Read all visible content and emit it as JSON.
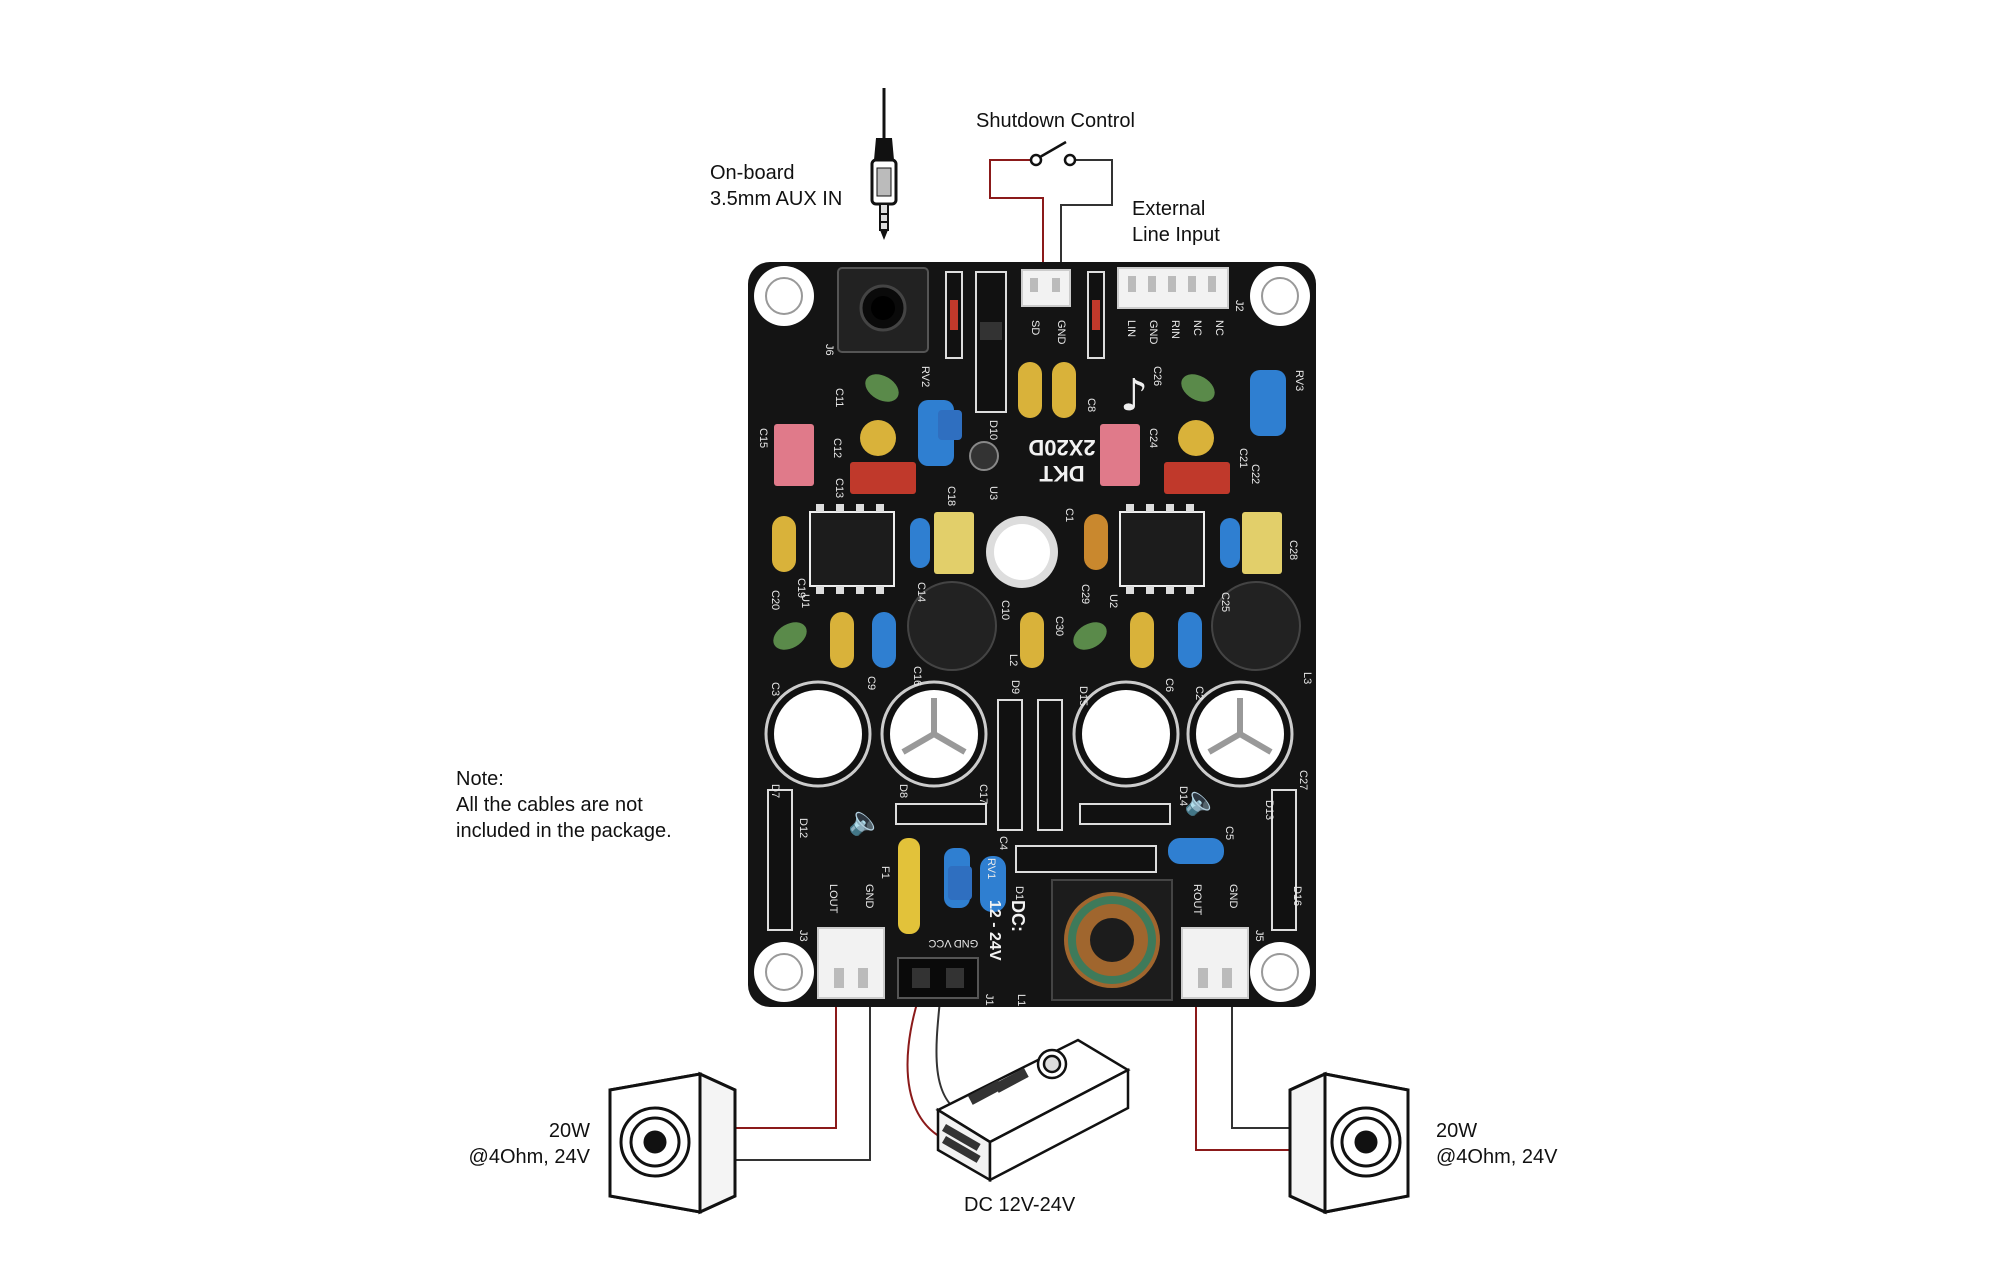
{
  "labels": {
    "aux_in_line1": "On-board",
    "aux_in_line2": "3.5mm AUX IN",
    "shutdown": "Shutdown Control",
    "external_line1": "External",
    "external_line2": "Line Input",
    "note_title": "Note:",
    "note_line1": "All the cables are not",
    "note_line2": "included in the package.",
    "left_speaker_line1": "20W",
    "left_speaker_line2": "@4Ohm, 24V",
    "right_speaker_line1": "20W",
    "right_speaker_line2": "@4Ohm, 24V",
    "power_supply": "DC 12V-24V"
  },
  "board": {
    "brand": "DKT",
    "model": "2X20D",
    "dc_label": "DC:",
    "dc_range": "12 - 24V",
    "j2_pins": [
      "LIN",
      "GND",
      "RIN",
      "NC",
      "NC"
    ],
    "j2_name": "J2",
    "sd_pins": [
      "SD",
      "GND"
    ],
    "j3_pins": [
      "LOUT",
      "GND"
    ],
    "j3_name": "J3",
    "j5_pins": [
      "ROUT",
      "GND"
    ],
    "j5_name": "J5",
    "j1_pins": [
      "GND",
      "VCC"
    ],
    "j1_name": "J1",
    "l1_name": "L1",
    "j6_name": "J6",
    "designators": [
      "C11",
      "RV2",
      "C12",
      "C13",
      "C15",
      "C18",
      "U3",
      "D10",
      "C8",
      "C26",
      "C24",
      "C21",
      "C22",
      "RV3",
      "C19",
      "C20",
      "U1",
      "C14",
      "C1",
      "C10",
      "U2",
      "C29",
      "C25",
      "C28",
      "C3",
      "C9",
      "C16",
      "L2",
      "C30",
      "D15",
      "C6",
      "C2",
      "L3",
      "D7",
      "D8",
      "C17",
      "D14",
      "C27",
      "D12",
      "F1",
      "C4",
      "RV1",
      "D1",
      "C5",
      "D13",
      "D16",
      "D9"
    ]
  },
  "colors": {
    "pcb": "#141414",
    "wire_red": "#8b1a1a",
    "wire_dark": "#333333",
    "cap_yellow": "#d9b23a",
    "cap_blue": "#2f7fd1",
    "cap_pink": "#e07a8a",
    "cap_red": "#c0392b",
    "cap_green": "#5a8a4a",
    "cap_box_yellow": "#e2cf6a"
  }
}
